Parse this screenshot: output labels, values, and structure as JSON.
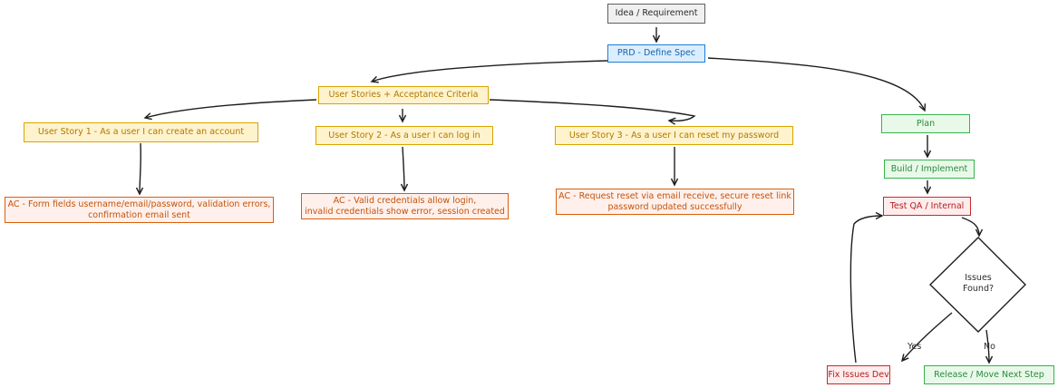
{
  "nodes": {
    "idea": "Idea / Requirement",
    "prd": "PRD - Define Spec",
    "stories": "User Stories + Acceptance Criteria",
    "story1": "User Story 1 - As a user I can create an account",
    "story2": "User Story 2 - As a user I can log in",
    "story3": "User Story 3 - As a user I can reset my password",
    "ac1_line1": "AC - Form fields username/email/password, validation errors,",
    "ac1_line2": "confirmation email sent",
    "ac2_line1": "AC - Valid credentials allow login,",
    "ac2_line2": "invalid credentials show error, session created",
    "ac3_line1": "AC - Request reset via email receive, secure reset link",
    "ac3_line2": "password updated successfully",
    "plan": "Plan",
    "build": "Build / Implement",
    "test": "Test QA / Internal",
    "decision_line1": "Issues",
    "decision_line2": "Found?",
    "fix": "Fix Issues Dev",
    "release": "Release / Move Next Step"
  },
  "edge_labels": {
    "yes": "Yes",
    "no": "No"
  },
  "colors": {
    "neutral": "#5f5f5f",
    "spec": "#1c7ed6",
    "story": "#d9a400",
    "acceptance": "#d9600a",
    "process": "#37b24d",
    "issue": "#c92a2a"
  }
}
